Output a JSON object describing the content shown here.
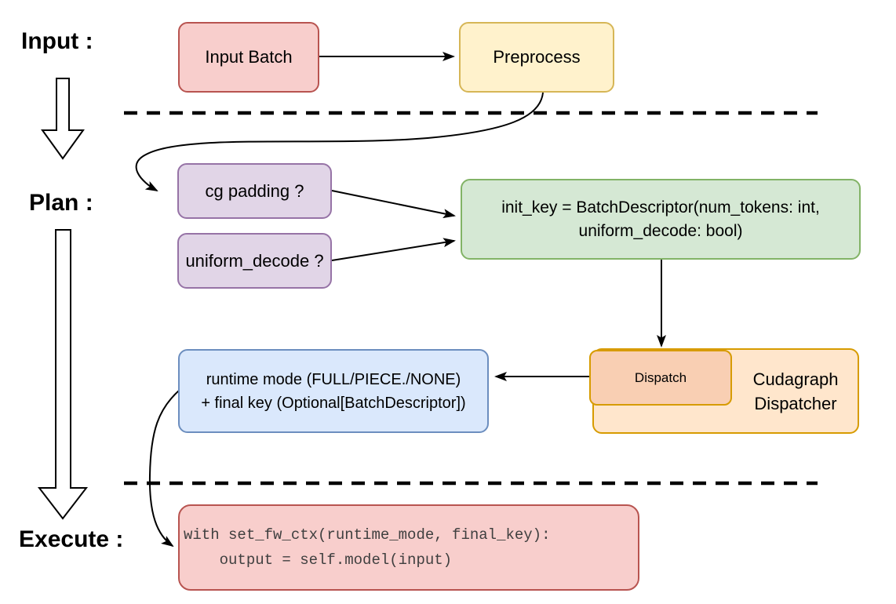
{
  "stage_labels": {
    "input": "Input :",
    "plan": "Plan :",
    "execute": "Execute :"
  },
  "nodes": {
    "input_batch": {
      "label": "Input Batch"
    },
    "preprocess": {
      "label": "Preprocess"
    },
    "cg_padding": {
      "label": "cg padding ?"
    },
    "uniform_decode": {
      "label": "uniform_decode ?"
    },
    "init_key": {
      "line1": "init_key = BatchDescriptor(num_tokens: int,",
      "line2": "uniform_decode: bool)"
    },
    "dispatch": {
      "label": "Dispatch"
    },
    "cudagraph_dispatcher": {
      "line1": "Cudagraph",
      "line2": "Dispatcher"
    },
    "runtime_mode": {
      "line1": "runtime mode (FULL/PIECE./NONE)",
      "line2": "+ final key (Optional[BatchDescriptor])"
    },
    "execute_code": {
      "line1": "with set_fw_ctx(runtime_mode, final_key):",
      "line2": "    output = self.model(input)"
    }
  },
  "colors": {
    "red_fill": "#F8CECC",
    "red_stroke": "#B85450",
    "yellow_fill": "#FFF2CC",
    "yellow_stroke": "#D6B656",
    "purple_fill": "#E1D5E7",
    "purple_stroke": "#9673A6",
    "green_fill": "#D5E8D4",
    "green_stroke": "#82B366",
    "blue_fill": "#DAE8FC",
    "blue_stroke": "#6C8EBF",
    "orange_fill": "#FFE6CC",
    "orange_inner_fill": "#F9CFB3",
    "orange_stroke": "#D79B00",
    "connector": "#000000"
  }
}
